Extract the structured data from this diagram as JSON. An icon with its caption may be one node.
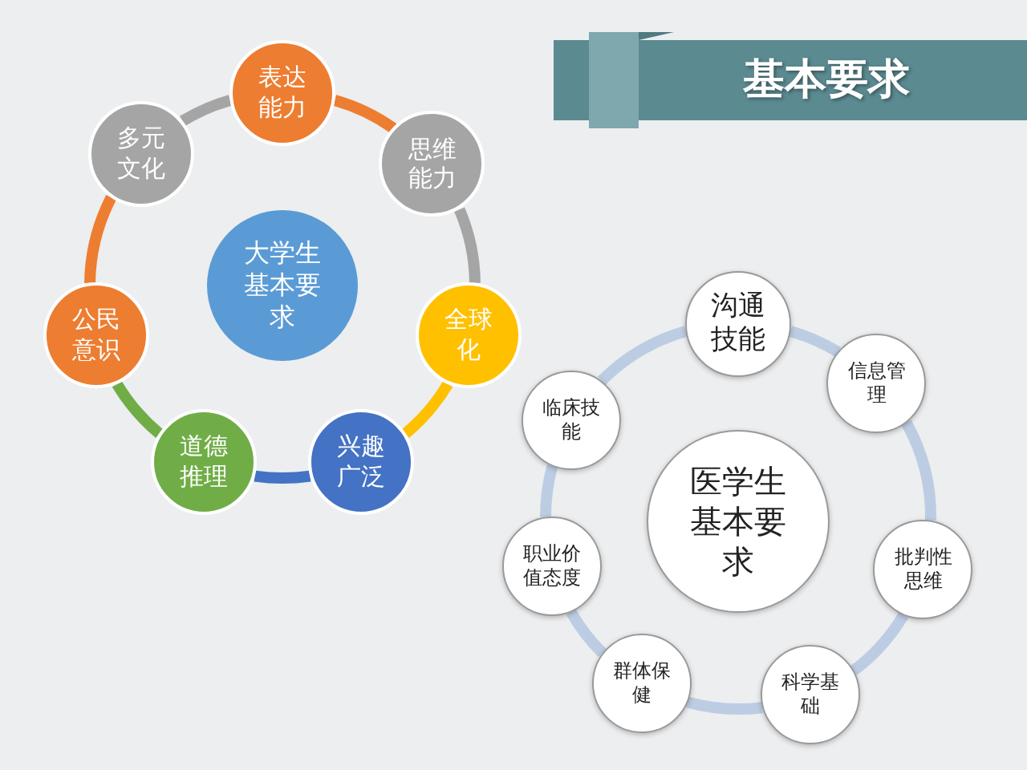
{
  "diagram": {
    "title": "基本要求",
    "nodes": [
      {
        "text": [
          "大学生基本要求"
        ]
      },
      {
        "text": [
          "表达能力"
        ]
      },
      {
        "text": [
          "思维能力"
        ]
      },
      {
        "text": [
          "全球化"
        ]
      },
      {
        "text": [
          "兴趣广泛"
        ]
      },
      {
        "text": [
          "道德推理"
        ]
      },
      {
        "text": [
          "公民意识"
        ]
      },
      {
        "text": [
          "多元文化"
        ]
      },
      {
        "text": [
          "医学生基本要求"
        ]
      },
      {
        "text": [
          "沟通技能"
        ]
      },
      {
        "text": [
          "信息管理"
        ]
      },
      {
        "text": [
          "批判性思维"
        ]
      },
      {
        "text": [
          "科学基础"
        ]
      },
      {
        "text": [
          "群体保健"
        ]
      },
      {
        "text": [
          "职业价值态度"
        ]
      },
      {
        "text": [
          "临床技能"
        ]
      }
    ],
    "edges": [
      {
        "from": 1,
        "to": 2,
        "arrow": "none",
        "color": "#ed7d31"
      },
      {
        "from": 2,
        "to": 3,
        "arrow": "none",
        "color": "#a5a5a5"
      },
      {
        "from": 3,
        "to": 4,
        "arrow": "none",
        "color": "#ffc000"
      },
      {
        "from": 4,
        "to": 5,
        "arrow": "none",
        "color": "#4472c4"
      },
      {
        "from": 5,
        "to": 6,
        "arrow": "none",
        "color": "#70ad47"
      },
      {
        "from": 6,
        "to": 7,
        "arrow": "none",
        "color": "#ed7d31"
      },
      {
        "from": 7,
        "to": 1,
        "arrow": "none",
        "color": "#a5a5a5"
      },
      {
        "from": 9,
        "to": 10,
        "arrow": "none"
      },
      {
        "from": 10,
        "to": 11,
        "arrow": "none"
      },
      {
        "from": 11,
        "to": 12,
        "arrow": "none"
      },
      {
        "from": 12,
        "to": 13,
        "arrow": "none"
      },
      {
        "from": 13,
        "to": 14,
        "arrow": "none"
      },
      {
        "from": 14,
        "to": 15,
        "arrow": "none"
      },
      {
        "from": 15,
        "to": 9,
        "arrow": "none"
      }
    ]
  }
}
